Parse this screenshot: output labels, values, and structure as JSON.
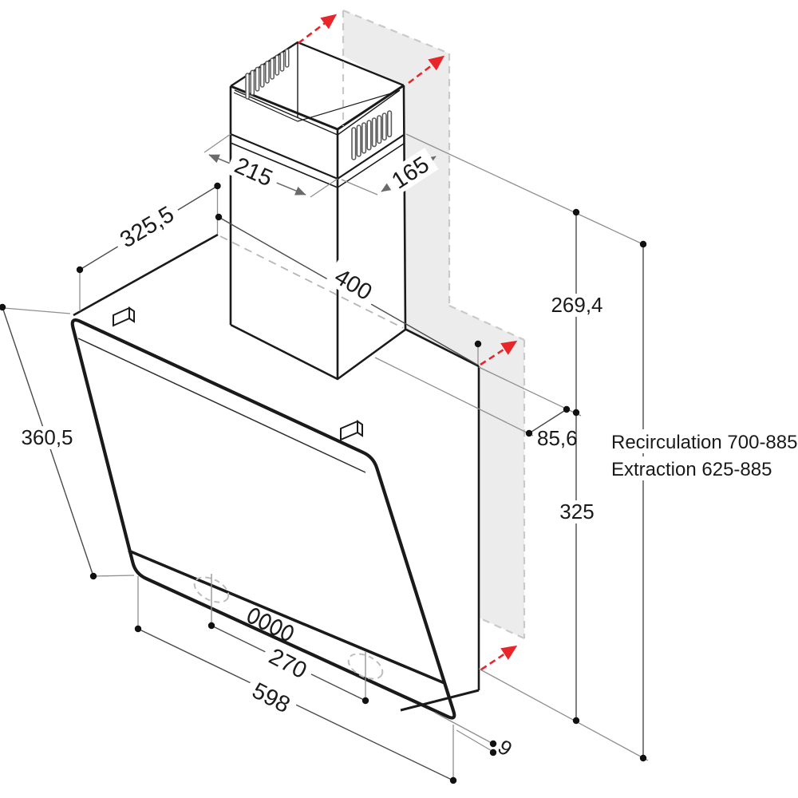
{
  "diagram": {
    "title": "Cooker hood dimension drawing",
    "type": "isometric technical drawing",
    "product": "wall-mounted angled cooker hood with telescopic chimney"
  },
  "labels": {
    "d215": "215",
    "d165": "165",
    "d325_5": "325,5",
    "d400": "400",
    "d269_4": "269,4",
    "d360_5": "360,5",
    "d85_6": "85,6",
    "d325": "325",
    "d270": "270",
    "d598": "598",
    "d9": "9"
  },
  "annotations": {
    "recirculation": "Recirculation 700-885",
    "extraction": "Extraction 625-885"
  },
  "dimensions_meaning": {
    "chimney_top_width": "215",
    "chimney_top_depth": "165",
    "hood_top_depth": "325,5",
    "lower_chimney_height": "400",
    "upper_chimney_height": "269,4",
    "glass_front_length": "360,5",
    "rear_offset_depth": "85,6",
    "body_rear_height": "325",
    "fixing_centres": "270",
    "hood_width": "598",
    "glass_thickness": "9",
    "total_height_recirculation": "700-885",
    "total_height_extraction": "625-885"
  },
  "icons": {
    "airflow-arrow": "red dashed arrow (air outlet direction), 4x",
    "vent-slots": "louvre slot groups on chimney",
    "control-buttons": "four oval buttons on front strip",
    "fixing-points": "two dashed circles on lower strip"
  },
  "colors": {
    "object_line": "#1a1a1a",
    "dimension_line": "#4a4a4a",
    "extension_line": "#8f8f8f",
    "wall_strip_fill": "#ececec",
    "wall_strip_border": "#c9c9c9",
    "airflow_red": "#e8262a",
    "vent_stroke": "#5a5a5a",
    "fixing_dashed": "#bdbdbd"
  }
}
